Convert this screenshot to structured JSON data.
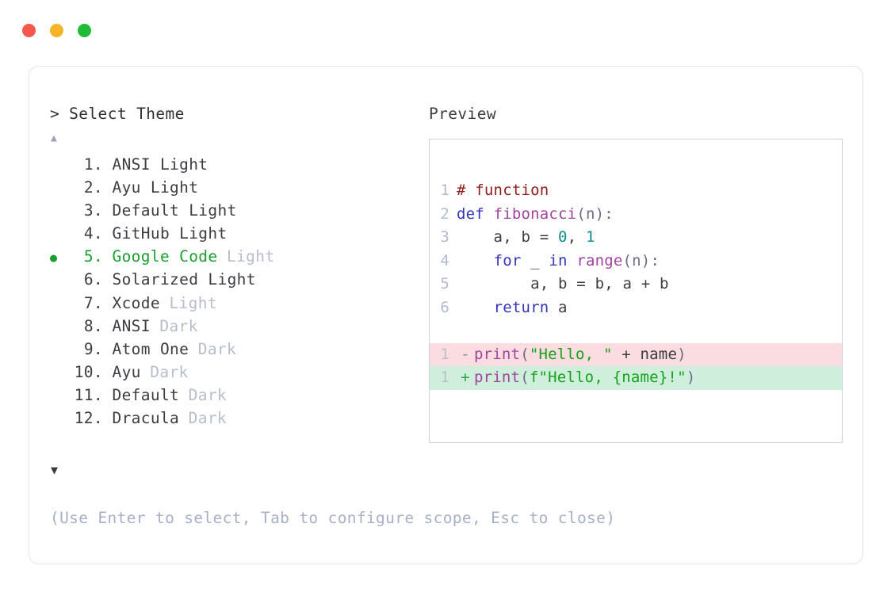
{
  "window": {
    "traffic_lights": [
      {
        "name": "close-button",
        "color": "#f5584d"
      },
      {
        "name": "minimize-button",
        "color": "#f6b527"
      },
      {
        "name": "maximize-button",
        "color": "#22bb38"
      }
    ]
  },
  "left_pane": {
    "prompt_caret": ">",
    "prompt_title": "Select Theme",
    "scroll_up_icon": "▲",
    "scroll_down_icon": "▼",
    "selected_bullet": "●",
    "selected_index": 5,
    "accent_color": "#1a9e2e",
    "variant_color": "#b7bdcb",
    "items": [
      {
        "num": "1.",
        "name": "ANSI Light",
        "variant": "",
        "variant_muted": false,
        "selected": false
      },
      {
        "num": "2.",
        "name": "Ayu Light",
        "variant": "",
        "variant_muted": false,
        "selected": false
      },
      {
        "num": "3.",
        "name": "Default Light",
        "variant": "",
        "variant_muted": false,
        "selected": false
      },
      {
        "num": "4.",
        "name": "GitHub Light",
        "variant": "",
        "variant_muted": false,
        "selected": false
      },
      {
        "num": "5.",
        "name": "Google Code",
        "variant": "Light",
        "variant_muted": true,
        "selected": true
      },
      {
        "num": "6.",
        "name": "Solarized Light",
        "variant": "",
        "variant_muted": false,
        "selected": false
      },
      {
        "num": "7.",
        "name": "Xcode",
        "variant": "Light",
        "variant_muted": true,
        "selected": false
      },
      {
        "num": "8.",
        "name": "ANSI",
        "variant": "Dark",
        "variant_muted": true,
        "selected": false
      },
      {
        "num": "9.",
        "name": "Atom One",
        "variant": "Dark",
        "variant_muted": true,
        "selected": false
      },
      {
        "num": "10.",
        "name": "Ayu",
        "variant": "Dark",
        "variant_muted": true,
        "selected": false
      },
      {
        "num": "11.",
        "name": "Default",
        "variant": "Dark",
        "variant_muted": true,
        "selected": false
      },
      {
        "num": "12.",
        "name": "Dracula",
        "variant": "Dark",
        "variant_muted": true,
        "selected": false
      }
    ],
    "hint": "(Use Enter to select, Tab to configure scope, Esc to close)"
  },
  "right_pane": {
    "label": "Preview",
    "code_lines": [
      {
        "ln": "1",
        "tokens": [
          {
            "t": "# function",
            "c": "t-comment"
          }
        ]
      },
      {
        "ln": "2",
        "tokens": [
          {
            "t": "def ",
            "c": "t-kw"
          },
          {
            "t": "fibonacci",
            "c": "t-fn"
          },
          {
            "t": "(n):",
            "c": "t-punct"
          }
        ]
      },
      {
        "ln": "3",
        "tokens": [
          {
            "t": "    a, b = ",
            "c": "t-plain"
          },
          {
            "t": "0",
            "c": "t-num"
          },
          {
            "t": ", ",
            "c": "t-plain"
          },
          {
            "t": "1",
            "c": "t-num"
          }
        ]
      },
      {
        "ln": "4",
        "tokens": [
          {
            "t": "    ",
            "c": "t-plain"
          },
          {
            "t": "for",
            "c": "t-kw"
          },
          {
            "t": " _ ",
            "c": "t-plain"
          },
          {
            "t": "in",
            "c": "t-kw"
          },
          {
            "t": " ",
            "c": "t-plain"
          },
          {
            "t": "range",
            "c": "t-fn"
          },
          {
            "t": "(n):",
            "c": "t-punct"
          }
        ]
      },
      {
        "ln": "5",
        "tokens": [
          {
            "t": "        a, b = b, a + b",
            "c": "t-plain"
          }
        ]
      },
      {
        "ln": "6",
        "tokens": [
          {
            "t": "    ",
            "c": "t-plain"
          },
          {
            "t": "return",
            "c": "t-kw"
          },
          {
            "t": " a",
            "c": "t-plain"
          }
        ]
      }
    ],
    "diff_lines": [
      {
        "ln": "1",
        "mark": "-",
        "kind": "del",
        "tokens": [
          {
            "t": "print",
            "c": "t-fn"
          },
          {
            "t": "(",
            "c": "t-punct"
          },
          {
            "t": "\"Hello, \"",
            "c": "t-str"
          },
          {
            "t": " + ",
            "c": "t-plain"
          },
          {
            "t": "name",
            "c": "t-plain"
          },
          {
            "t": ")",
            "c": "t-punct"
          }
        ]
      },
      {
        "ln": "1",
        "mark": "+",
        "kind": "add",
        "tokens": [
          {
            "t": "print",
            "c": "t-fn"
          },
          {
            "t": "(",
            "c": "t-punct"
          },
          {
            "t": "f\"Hello, {name}!\"",
            "c": "t-str"
          },
          {
            "t": ")",
            "c": "t-punct"
          }
        ]
      }
    ]
  }
}
